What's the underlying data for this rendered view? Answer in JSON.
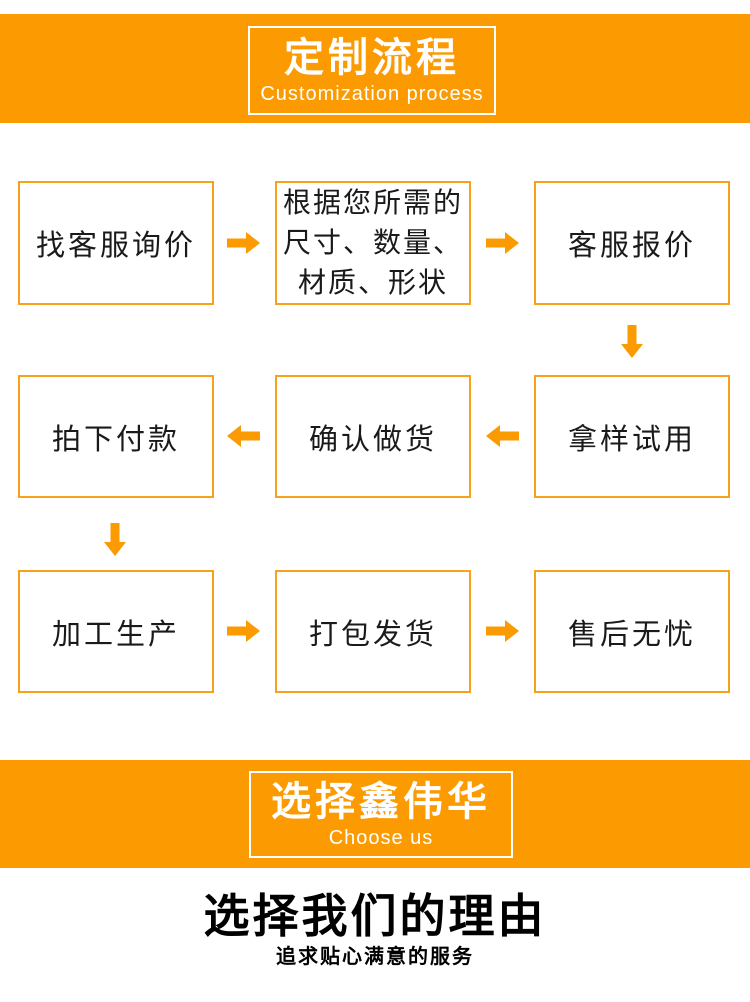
{
  "colors": {
    "accent_orange": "#fc9a01",
    "box_border_orange": "#f8a11b",
    "text_black": "#000000",
    "white": "#ffffff"
  },
  "top_banner": {
    "title": "定制流程",
    "subtitle": "Customization process"
  },
  "flowchart": {
    "row1": {
      "step1": "找客服询价",
      "step2_lines": [
        "根据您所需的",
        "尺寸、数量、",
        "材质、形状"
      ],
      "step3": "客服报价",
      "arrow_direction": "right"
    },
    "row2": {
      "step1": "拍下付款",
      "step2": "确认做货",
      "step3": "拿样试用",
      "arrow_direction": "left"
    },
    "row3": {
      "step1": "加工生产",
      "step2": "打包发货",
      "step3": "售后无忧",
      "arrow_direction": "right"
    }
  },
  "bottom_banner": {
    "title": "选择鑫伟华",
    "subtitle": "Choose us"
  },
  "footer": {
    "heading": "选择我们的理由",
    "subheading": "追求贴心满意的服务"
  }
}
